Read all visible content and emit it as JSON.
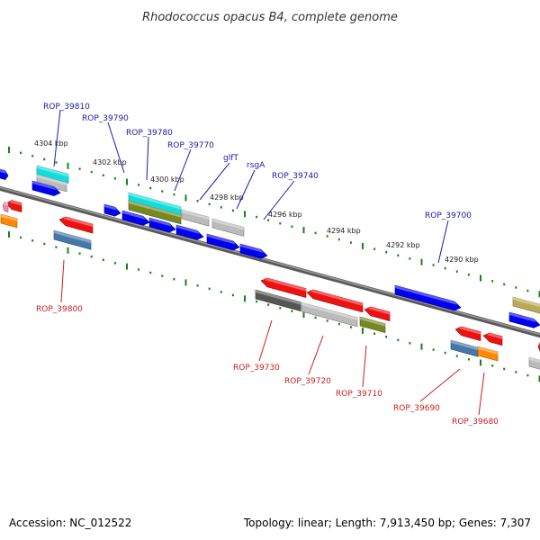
{
  "title": "Rhodococcus opacus B4, complete genome",
  "footer": {
    "accession": "Accession: NC_012522",
    "topology": "Topology: linear; Length: 7,913,450 bp; Genes: 7,307"
  },
  "kbp_labels": [
    "4304 kbp",
    "4302 kbp",
    "4300 kbp",
    "4298 kbp",
    "4296 kbp",
    "4294 kbp",
    "4292 kbp",
    "4290 kbp"
  ],
  "top_gene_labels": [
    "ROP_39810",
    "ROP_39790",
    "ROP_39780",
    "ROP_39770",
    "glfT",
    "rsgA",
    "ROP_39740",
    "ROP_39700"
  ],
  "bottom_gene_labels": [
    "ROP_39800",
    "ROP_39730",
    "ROP_39720",
    "ROP_39710",
    "ROP_39690",
    "ROP_39680"
  ],
  "colors": {
    "forward_strand": "#0000ee",
    "reverse_strand": "#ee1111",
    "axis": "#777777",
    "scale_ticks": "#118811",
    "cyan": "#11dddd",
    "olive": "#778822",
    "steel_blue": "#4477aa",
    "orange": "#ff8800",
    "light_gray": "#bbbbbb",
    "dark_gray": "#555555",
    "khaki": "#bbaa55",
    "pink": "#ee88bb"
  }
}
